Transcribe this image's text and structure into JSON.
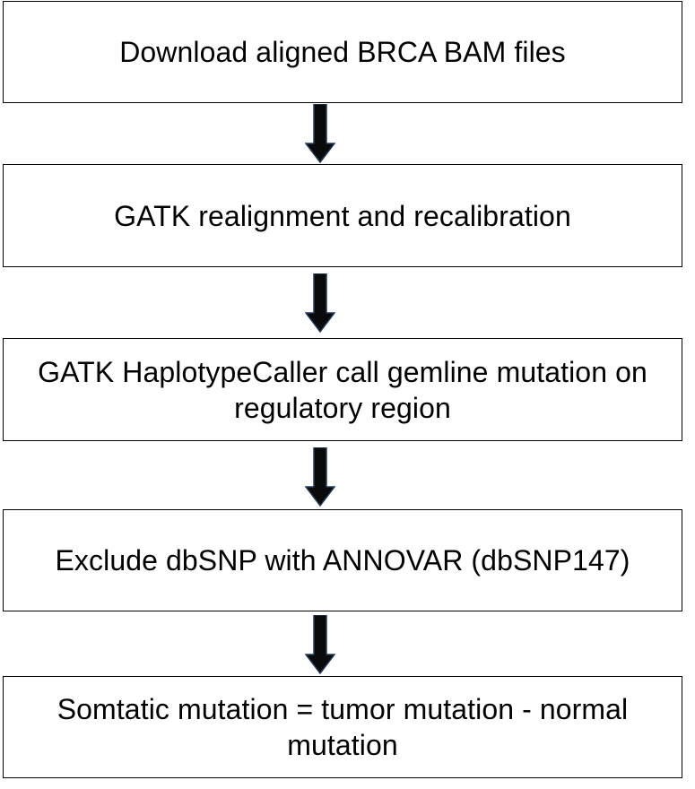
{
  "flowchart": {
    "steps": [
      {
        "label": "Download aligned BRCA BAM files"
      },
      {
        "label": "GATK realignment and recalibration"
      },
      {
        "label": "GATK HaplotypeCaller call gemline mutation on regulatory region"
      },
      {
        "label": "Exclude dbSNP with ANNOVAR (dbSNP147)"
      },
      {
        "label": "Somtatic mutation = tumor mutation - normal mutation"
      }
    ],
    "arrow_color": "#0a0a0a",
    "arrow_outline_color": "#1f3a5a"
  }
}
